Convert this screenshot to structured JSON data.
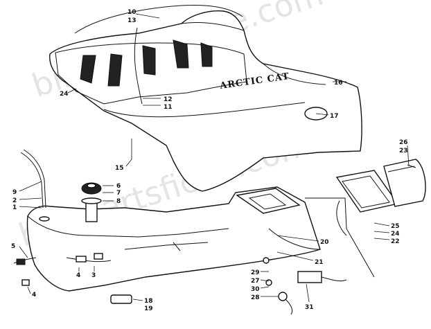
{
  "watermark": {
    "text": "bikepartsfiche.com"
  },
  "brand": {
    "text": "ARCTIC CAT"
  },
  "callouts": {
    "n1": "1",
    "n2": "2",
    "n3": "3",
    "n4": "4",
    "n5": "5",
    "n6": "6",
    "n7": "7",
    "n8": "8",
    "n9": "9",
    "n10": "10",
    "n11": "11",
    "n12": "12",
    "n13": "13",
    "n15": "15",
    "n16": "16",
    "n17": "17",
    "n18": "18",
    "n19": "19",
    "n20": "20",
    "n21": "21",
    "n22": "22",
    "n23": "23",
    "n24a": "24",
    "n24b": "24",
    "n25": "25",
    "n26": "26",
    "n27": "27",
    "n28": "28",
    "n29": "29",
    "n30": "30",
    "n31": "31"
  }
}
